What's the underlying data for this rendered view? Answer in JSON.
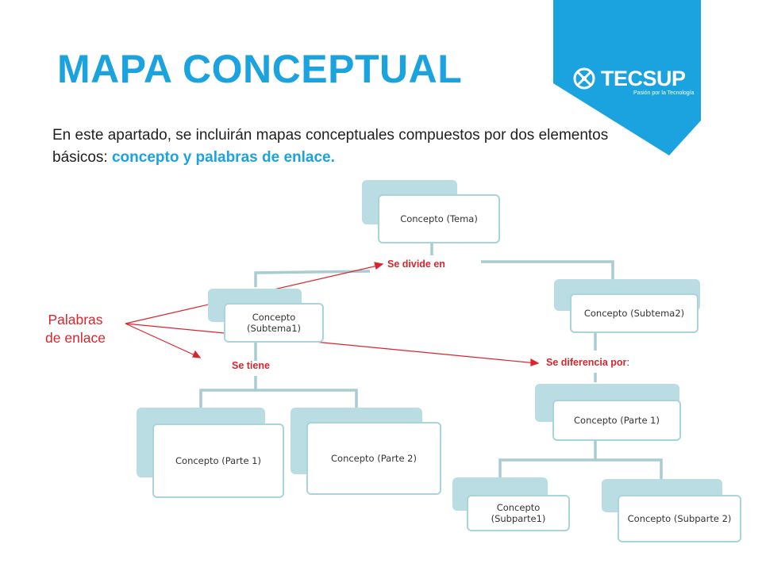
{
  "title": "MAPA CONCEPTUAL",
  "intro": {
    "text_before": "En este apartado, se incluirán mapas conceptuales compuestos por dos elementos básicos: ",
    "highlight": "concepto y palabras de enlace."
  },
  "logo": {
    "name": "TECSUP",
    "tagline": "Pasión por la Tecnología",
    "icon": "tecsup-emblem-icon",
    "background_color": "#1aa3df"
  },
  "colors": {
    "accent": "#1aa3df",
    "link_red": "#d9262c",
    "node_back": "#b9dde2",
    "node_border": "#a9d4da",
    "connector": "#a8ccd2"
  },
  "nodes": {
    "tema": "Concepto (Tema)",
    "subtema1": "Concepto (Subtema1)",
    "subtema2": "Concepto (Subtema2)",
    "parte1_left": "Concepto (Parte 1)",
    "parte2_left": "Concepto (Parte 2)",
    "parte1_right": "Concepto (Parte 1)",
    "subparte1": "Concepto (Subparte1)",
    "subparte2": "Concepto (Subparte 2)"
  },
  "link_labels": {
    "divide": "Se divide en",
    "tiene": "Se tiene",
    "diferencia": "Se diferencia por",
    "diferencia_colon": ":"
  },
  "annotation": {
    "line1": "Palabras",
    "line2": "de enlace"
  }
}
